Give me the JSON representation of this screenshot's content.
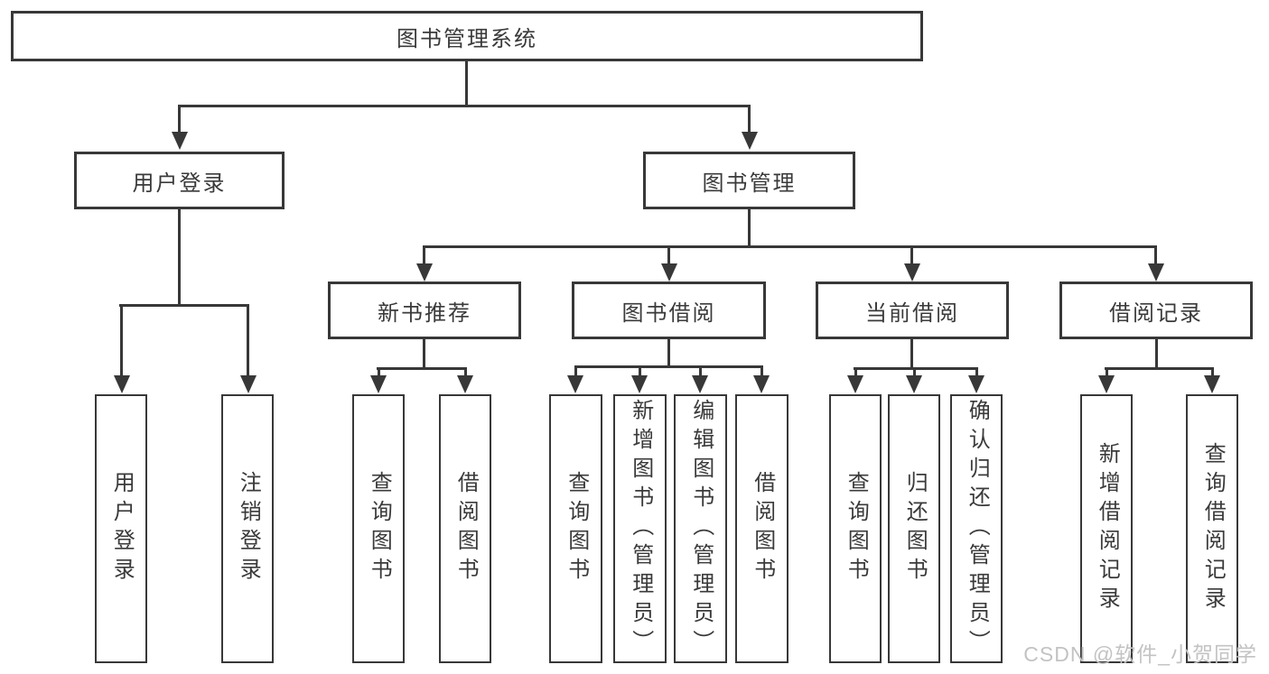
{
  "nodes": {
    "root": "图书管理系统",
    "user_login_group": "用户登录",
    "book_management": "图书管理",
    "user_login": "用户登录",
    "logout": "注销登录",
    "new_book_recommend": "新书推荐",
    "book_borrow": "图书借阅",
    "current_borrow": "当前借阅",
    "borrow_record": "借阅记录",
    "recommend_query_book": "查询图书",
    "recommend_borrow_book": "借阅图书",
    "borrow_query_book": "查询图书",
    "borrow_add_book": "新增图书（管理员）",
    "borrow_edit_book": "编辑图书（管理员）",
    "borrow_borrow_book": "借阅图书",
    "current_query_book": "查询图书",
    "current_return_book": "归还图书",
    "current_confirm_return": "确认归还（管理员）",
    "record_add": "新增借阅记录",
    "record_query": "查询借阅记录"
  },
  "watermark": "CSDN @软件_小贺同学",
  "colors": {
    "line": "#383838",
    "text": "#3a3a3a",
    "background": "#ffffff",
    "watermark": "#c3c3c3"
  }
}
